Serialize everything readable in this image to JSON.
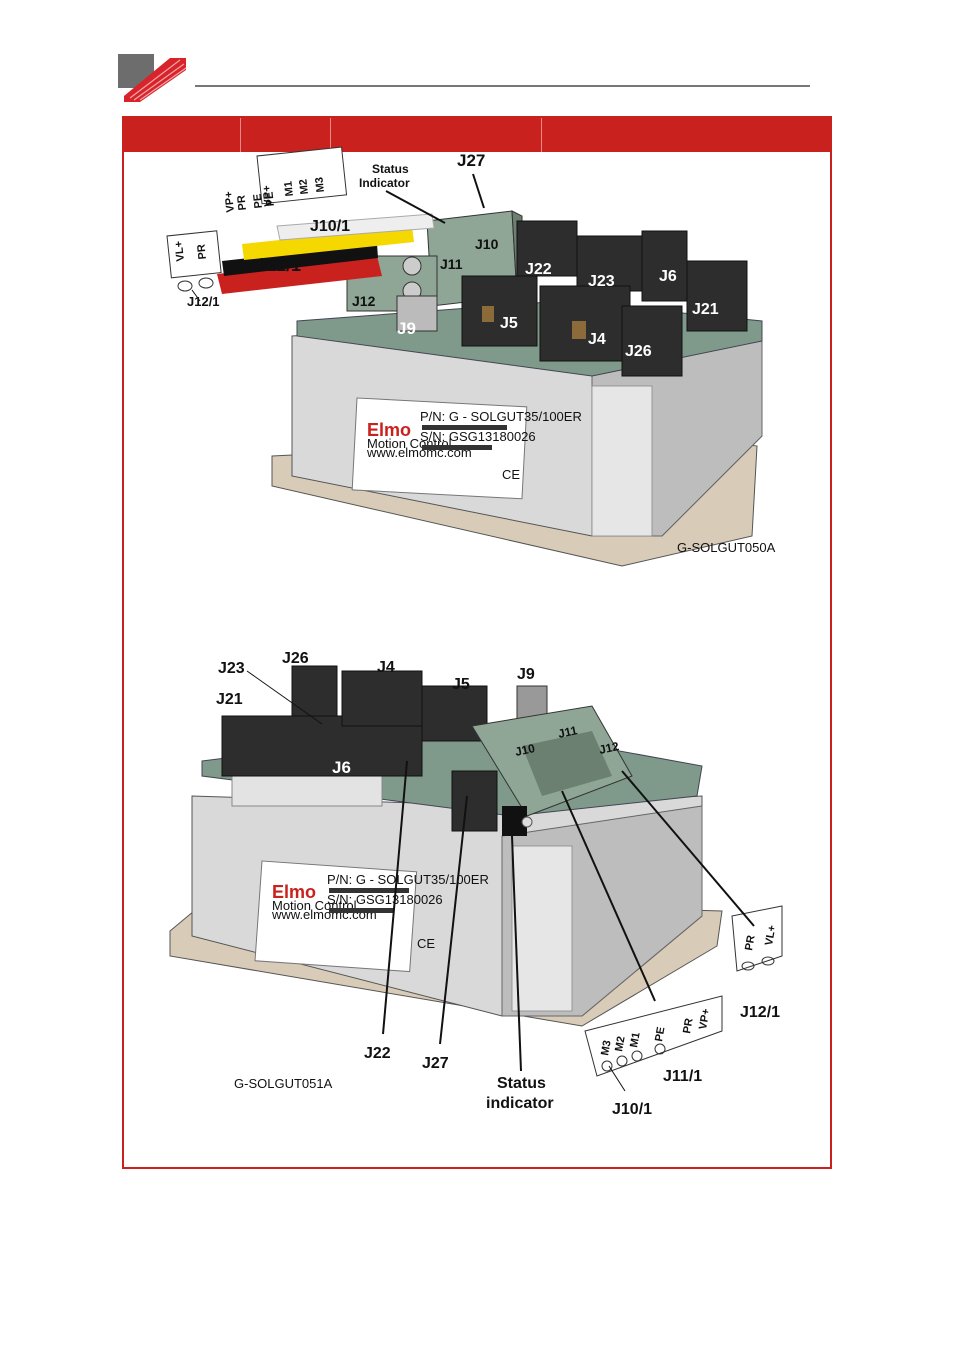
{
  "brand": {
    "logo_icon": "elmo-logo-icon",
    "accent": "#c9211e"
  },
  "table_header": {
    "cells": [
      "",
      "",
      "",
      ""
    ]
  },
  "figure_top": {
    "code": "G-SOLGUT050A",
    "status_label_line1": "Status",
    "status_label_line2": "Indicator",
    "connectors": {
      "J27": "J27",
      "J10_1": "J10/1",
      "J10": "J10",
      "J11": "J11",
      "J11_1": "J11/1",
      "J12": "J12",
      "J12_1": "J12/1",
      "J9": "J9",
      "J22": "J22",
      "J23": "J23",
      "J6": "J6",
      "J5": "J5",
      "J4": "J4",
      "J26": "J26",
      "J21": "J21"
    },
    "pins_j11": [
      "VP+",
      "PR",
      "PE",
      "PE",
      "M1",
      "M2",
      "M3"
    ],
    "pins_j12": [
      "VL+",
      "PR"
    ],
    "label": {
      "brand": "Elmo",
      "subtitle": "Motion Control",
      "website": "www.elmomc.com",
      "pn": "P/N:   G - SOLGUT35/100ER",
      "sn": "S/N:   GSG13180026",
      "ce": "CE"
    }
  },
  "figure_bottom": {
    "code": "G-SOLGUT051A",
    "status_label_line1": "Status",
    "status_label_line2": "indicator",
    "connectors": {
      "J23": "J23",
      "J26": "J26",
      "J4": "J4",
      "J5": "J5",
      "J9": "J9",
      "J21": "J21",
      "J6": "J6",
      "J10": "J10",
      "J11": "J11",
      "J12": "J12",
      "J22": "J22",
      "J27": "J27",
      "J10_1": "J10/1",
      "J11_1": "J11/1",
      "J12_1": "J12/1"
    },
    "pins_j11": [
      "M3",
      "M2",
      "M1",
      "PE",
      "PR",
      "VP+"
    ],
    "pins_j12": [
      "PR",
      "VL+"
    ],
    "label": {
      "brand": "Elmo",
      "subtitle": "Motion Control",
      "website": "www.elmomc.com",
      "pn": "P/N:   G - SOLGUT35/100ER",
      "sn": "S/N:   GSG13180026",
      "ce": "CE"
    }
  }
}
